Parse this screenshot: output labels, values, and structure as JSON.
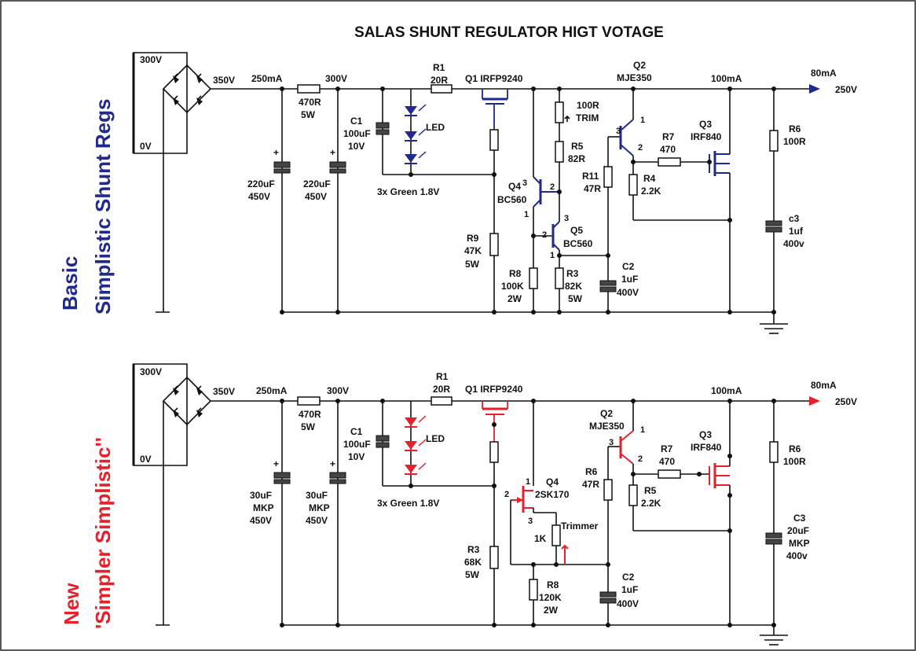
{
  "title": "SALAS SHUNT REGULATOR HIGT VOTAGE",
  "colors": {
    "accent_top": "#1f2a8c",
    "accent_bottom": "#e8202a",
    "wire": "#111111"
  },
  "top": {
    "side_label_1": "Basic",
    "side_label_2": "Simplistic  Shunt Regs",
    "transformer": {
      "v_top": "300V",
      "v_bottom": "0V"
    },
    "nodes": {
      "v350": "350V",
      "i250": "250mA",
      "v300": "300V",
      "i100": "100mA",
      "i80": "80mA",
      "v250": "250V"
    },
    "rin": {
      "name": "470R",
      "rating": "5W"
    },
    "cap1": {
      "name": "220uF",
      "rating": "450V",
      "plus": "+"
    },
    "cap2": {
      "name": "220uF",
      "rating": "450V",
      "plus": "+"
    },
    "c1": {
      "ref": "C1",
      "value": "100uF",
      "rating": "10V"
    },
    "r1": {
      "ref": "R1",
      "value": "20R"
    },
    "led": "LED",
    "led_note": "3x Green 1.8V",
    "q1": "Q1 IRFP9240",
    "q2": {
      "ref": "Q2",
      "part": "MJE350"
    },
    "q3": {
      "ref": "Q3",
      "part": "IRF840"
    },
    "q4": {
      "ref": "Q4",
      "part": "BC560"
    },
    "q5": {
      "ref": "Q5",
      "part": "BC560"
    },
    "trim": {
      "value": "100R",
      "note": "TRIM"
    },
    "r5": {
      "ref": "R5",
      "value": "82R"
    },
    "r11": {
      "ref": "R11",
      "value": "47R"
    },
    "r7": {
      "ref": "R7",
      "value": "470"
    },
    "r4": {
      "ref": "R4",
      "value": "2.2K"
    },
    "r6": {
      "ref": "R6",
      "value": "100R"
    },
    "c3": {
      "ref": "c3",
      "value": "1uf",
      "rating": "400v"
    },
    "r9": {
      "ref": "R9",
      "value": "47K",
      "rating": "5W"
    },
    "r8": {
      "ref": "R8",
      "value": "100K",
      "rating": "2W"
    },
    "r3": {
      "ref": "R3",
      "value": "82K",
      "rating": "5W"
    },
    "c2": {
      "ref": "C2",
      "value": "1uF",
      "rating": "400V"
    },
    "pins": {
      "p1": "1",
      "p2": "2",
      "p3": "3"
    }
  },
  "bottom": {
    "side_label_1": "New",
    "side_label_2": "'Simpler Simplistic''",
    "transformer": {
      "v_top": "300V",
      "v_bottom": "0V"
    },
    "nodes": {
      "v350": "350V",
      "i250": "250mA",
      "v300": "300V",
      "i100": "100mA",
      "i80": "80mA",
      "v250": "250V"
    },
    "rin": {
      "name": "470R",
      "rating": "5W"
    },
    "cap1": {
      "name": "30uF",
      "type": "MKP",
      "rating": "450V",
      "plus": "+"
    },
    "cap2": {
      "name": "30uF",
      "type": "MKP",
      "rating": "450V",
      "plus": "+"
    },
    "c1": {
      "ref": "C1",
      "value": "100uF",
      "rating": "10V"
    },
    "r1": {
      "ref": "R1",
      "value": "20R"
    },
    "led": "LED",
    "led_note": "3x Green 1.8V",
    "q1": "Q1 IRFP9240",
    "q2": {
      "ref": "Q2",
      "part": "MJE350"
    },
    "q3": {
      "ref": "Q3",
      "part": "IRF840"
    },
    "q4": {
      "ref": "Q4",
      "part": "2SK170"
    },
    "trimmer": {
      "label": "Trimmer",
      "value": "1K"
    },
    "r6a": {
      "ref": "R6",
      "value": "47R"
    },
    "r7": {
      "ref": "R7",
      "value": "470"
    },
    "r5": {
      "ref": "R5",
      "value": "2.2K"
    },
    "r6": {
      "ref": "R6",
      "value": "100R"
    },
    "c3": {
      "ref": "C3",
      "value": "20uF",
      "type": "MKP",
      "rating": "400v"
    },
    "r3": {
      "ref": "R3",
      "value": "68K",
      "rating": "5W"
    },
    "r8": {
      "ref": "R8",
      "value": "120K",
      "rating": "2W"
    },
    "c2": {
      "ref": "C2",
      "value": "1uF",
      "rating": "400V"
    },
    "pins": {
      "p1": "1",
      "p2": "2",
      "p3": "3"
    }
  }
}
